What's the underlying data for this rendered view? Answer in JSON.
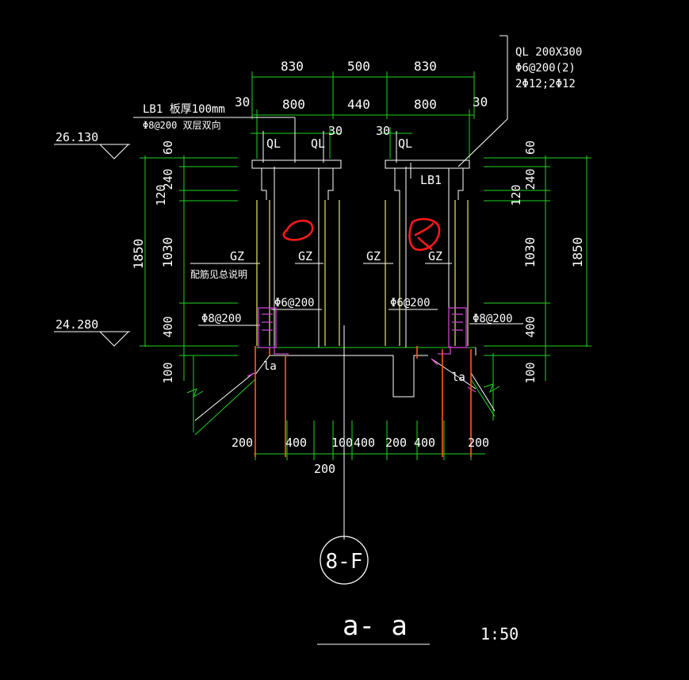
{
  "title": "a- a",
  "scale": "1:50",
  "callout": "8-F",
  "ql_note": {
    "l1": "QL 200X300",
    "l2": "Φ6@200(2)",
    "l3": "2Φ12;2Φ12"
  },
  "lb1_note": {
    "l1": "LB1 板厚100mm",
    "l2": "Φ8@200 双层双向"
  },
  "elevations": {
    "top": "26.130",
    "bottom": "24.280"
  },
  "dims_top_row1": [
    "830",
    "500",
    "830"
  ],
  "dims_top_row2": [
    "30",
    "800",
    "440",
    "800",
    "30"
  ],
  "dims_top_row3": [
    "30",
    "30"
  ],
  "dims_left_outer": "1850",
  "dims_left_inner": [
    "60",
    "240",
    "120",
    "1030",
    "400",
    "100"
  ],
  "dims_right_outer": "1850",
  "dims_right_inner": [
    "60",
    "240",
    "120",
    "1030",
    "400",
    "100"
  ],
  "dims_bottom": [
    "200",
    "400",
    "100",
    "400",
    "200",
    "400",
    "200"
  ],
  "dims_bottom_2": "200",
  "labels": {
    "ql": "QL",
    "lb1": "LB1",
    "gz": "GZ",
    "pei_jin": "配筋见总说明",
    "phi6": "Φ6@200",
    "phi8": "Φ8@200",
    "la": "la"
  },
  "colors": {
    "background": "#000000",
    "dimension": "#1fd51f",
    "outline": "#ffffff",
    "wall": "#e8e85a",
    "rebar": "#ff5a1a",
    "stirrup": "#d040d0",
    "markup": "#ff1a1a"
  }
}
